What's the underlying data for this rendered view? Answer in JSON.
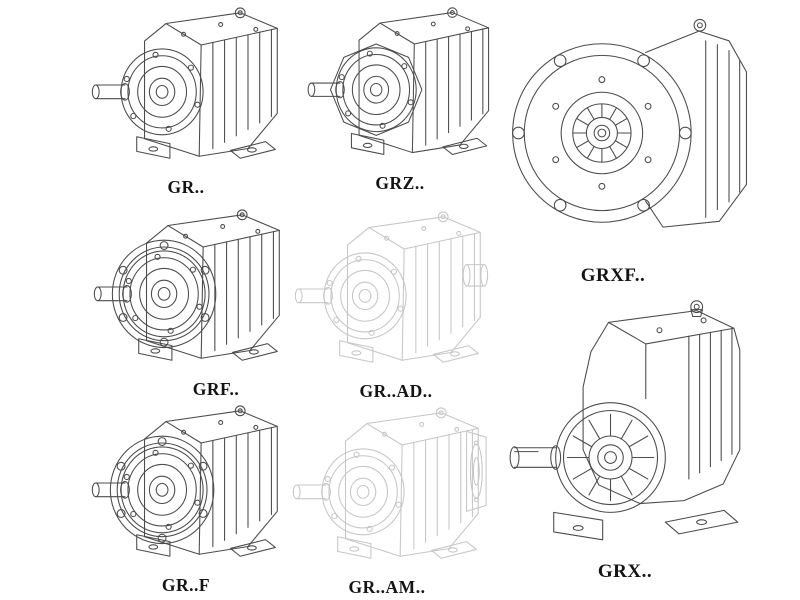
{
  "colors": {
    "line": "#4c4c4c",
    "faint_line": "#c7c7c7",
    "label_text": "#141414",
    "background": "#ffffff"
  },
  "catalog": {
    "items": [
      {
        "id": "gr",
        "label": "GR..",
        "drawing": "foot-mounted-helical-gearbox",
        "render": "solid"
      },
      {
        "id": "grz",
        "label": "GRZ..",
        "drawing": "foot-mounted-helical-gearbox-octagonal",
        "render": "solid"
      },
      {
        "id": "grxf",
        "label": "GRXF..",
        "drawing": "flange-mounted-gearbox-front-view",
        "render": "solid"
      },
      {
        "id": "grf",
        "label": "GRF..",
        "drawing": "flange-foot-helical-gearbox",
        "render": "solid"
      },
      {
        "id": "gr-ad",
        "label": "GR..AD..",
        "drawing": "gearbox-with-input-shaft-adapter",
        "render": "faint"
      },
      {
        "id": "gr-f",
        "label": "GR..F",
        "drawing": "flange-foot-helical-gearbox",
        "render": "solid"
      },
      {
        "id": "gr-am",
        "label": "GR..AM..",
        "drawing": "gearbox-with-iec-motor-adapter",
        "render": "faint"
      },
      {
        "id": "grx",
        "label": "GRX..",
        "drawing": "large-foot-mounted-gearbox",
        "render": "solid"
      }
    ]
  }
}
